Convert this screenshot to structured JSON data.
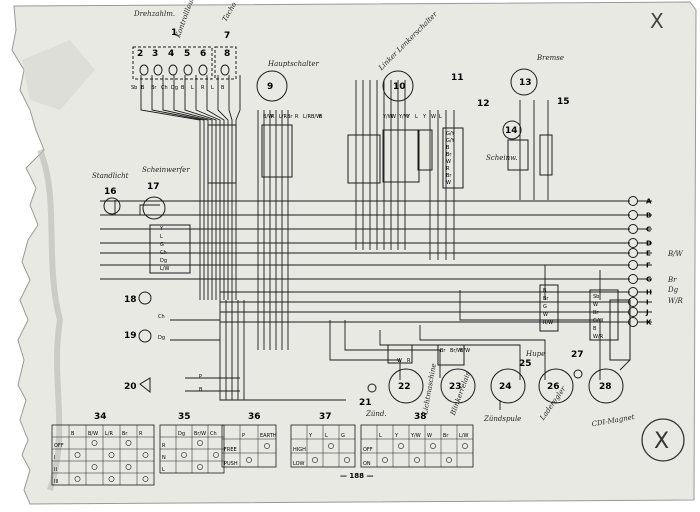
{
  "page": {
    "number": "— 188 —",
    "corner_mark_top": "X",
    "corner_mark_bottom": "X"
  },
  "colors": {
    "paper": "#e9e9e4",
    "ink": "#1b1b1b",
    "shadow": "#8c8c87",
    "handwriting": "#333333"
  },
  "components": {
    "c1": "1",
    "c2": "2",
    "c3": "3",
    "c4": "4",
    "c5": "5",
    "c6": "6",
    "c7": "7",
    "c8": "8",
    "c9": "9",
    "c10": "10",
    "c11": "11",
    "c12": "12",
    "c13": "13",
    "c14": "14",
    "c15": "15",
    "c16": "16",
    "c17": "17",
    "c18": "18",
    "c19": "19",
    "c20": "20",
    "c21": "21",
    "c22": "22",
    "c23": "23",
    "c24": "24",
    "c25": "25",
    "c26": "26",
    "c27": "27",
    "c28": "28",
    "c34": "34",
    "c35": "35",
    "c36": "36",
    "c37": "37",
    "c38": "38"
  },
  "handwritten": {
    "c1": "Drehzahlm.",
    "c6": "Kontrollleuchte",
    "c7": "Tacho",
    "c9": "Hauptschalter",
    "c10": "Linker Lenkerschalter",
    "c13": "Bremse",
    "c14": "Scheinw.",
    "c16": "Standlicht",
    "c17": "Scheinwerfer",
    "c21": "Zünd.",
    "c22": "Lichtmaschine",
    "c23": "Blinkerrelais",
    "c24": "Zündspule",
    "c25": "Hupe",
    "c26": "Laderegler",
    "c28": "CDI-Magnet",
    "d_right": "B/W",
    "i_right": "Br",
    "j_right": "Dg",
    "k_right": "W/R"
  },
  "connectors": [
    "A",
    "B",
    "C",
    "D",
    "E",
    "F",
    "G",
    "H",
    "I",
    "J",
    "K"
  ],
  "wire_labels": {
    "top1": [
      "Sb",
      "B",
      "Br",
      "Ch",
      "Dg",
      "B",
      "L",
      "R",
      "L",
      "B"
    ],
    "s9": [
      "B/W",
      "R",
      "L/R",
      "Br",
      "R",
      "L/R",
      "B/W",
      "B"
    ],
    "s10": [
      "Y/W",
      "W",
      "Y/W",
      "Y",
      "L",
      "Y",
      "W",
      "L"
    ],
    "r1": [
      "G/Y",
      "G/Y",
      "B",
      "Br",
      "W",
      "R",
      "Br",
      "W"
    ],
    "s17": [
      "Y",
      "L",
      "G",
      "Ch",
      "Dg",
      "L/W"
    ],
    "s18": "Ch",
    "s19": "Dg",
    "s20": [
      "P",
      "B"
    ],
    "s22": [
      "W",
      "R"
    ],
    "s23": [
      "Br",
      "Br/W",
      "B/W"
    ],
    "s26": [
      "B",
      "Br",
      "G",
      "W",
      "R/W"
    ],
    "s28": [
      "Sb",
      "W",
      "Br",
      "G/W",
      "B",
      "W/R"
    ]
  },
  "tables": {
    "t34": {
      "headers": [
        "",
        "B",
        "B/W",
        "L/R",
        "Br",
        "R"
      ],
      "rows": [
        "OFF",
        "I",
        "II",
        "III"
      ]
    },
    "t35": {
      "headers": [
        "",
        "Dg",
        "Br/W",
        "Ch"
      ],
      "rows": [
        "R",
        "N",
        "L"
      ]
    },
    "t36": {
      "headers": [
        "",
        "P",
        "EARTH"
      ],
      "rows": [
        "FREE",
        "PUSH"
      ]
    },
    "t37": {
      "headers": [
        "",
        "Y",
        "L",
        "G"
      ],
      "rows": [
        "HIGH",
        "LOW"
      ]
    },
    "t38": {
      "headers": [
        "",
        "L",
        "Y",
        "Y/W",
        "W",
        "Br",
        "L/W"
      ],
      "rows": [
        "OFF",
        "ON"
      ]
    }
  }
}
